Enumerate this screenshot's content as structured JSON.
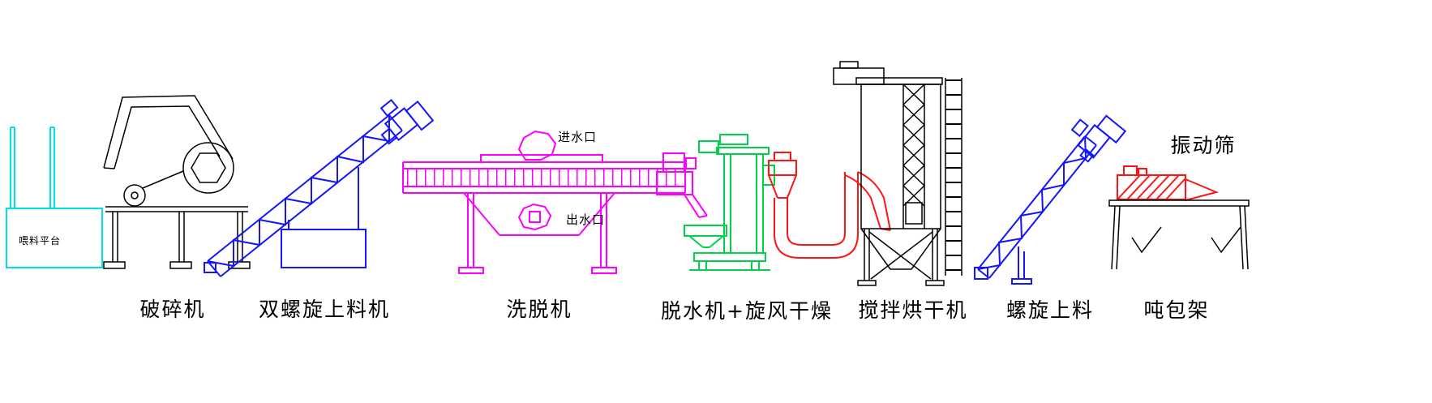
{
  "diagram": {
    "labels": {
      "feed_platform": "喂料平台",
      "crusher": "破碎机",
      "double_screw_feeder": "双螺旋上料机",
      "washer": "洗脱机",
      "dewater_cyclone": "脱水机+旋风干燥",
      "mixing_dryer": "搅拌烘干机",
      "screw_feeder": "螺旋上料",
      "ton_bag_rack": "吨包架",
      "vibrating_screen": "振动筛",
      "water_inlet": "进水口",
      "water_outlet": "出水口"
    },
    "colors": {
      "cyan": "#00e0e0",
      "blue": "#1414ff",
      "magenta": "#ff00ff",
      "green": "#00d24b",
      "red": "#ff1414",
      "black": "#000000"
    }
  }
}
